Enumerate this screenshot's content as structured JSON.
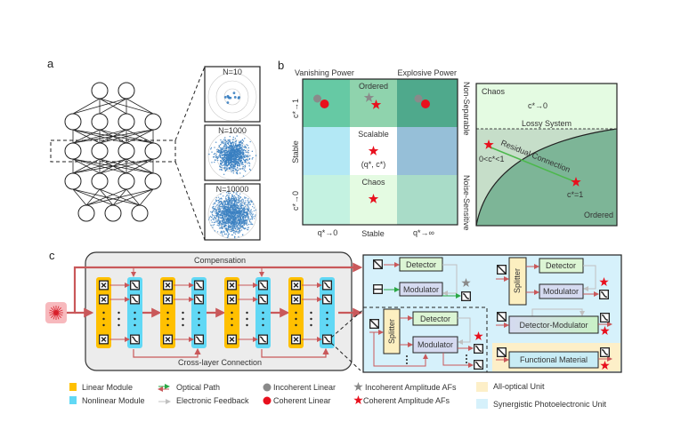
{
  "panels": {
    "a": {
      "letter": "a",
      "network_layers": [
        2,
        4,
        4,
        4,
        3
      ],
      "scatter_insets": [
        {
          "label": "N=10",
          "n_points": 10
        },
        {
          "label": "N=1000",
          "n_points": 1000
        },
        {
          "label": "N=10000",
          "n_points": 10000
        }
      ]
    },
    "b": {
      "letter": "b",
      "grid": {
        "top_left_label": "Vanishing Power",
        "top_right_label": "Explosive Power",
        "right_top_label": "Non-Separable",
        "right_bottom_label": "Noise-Sensitive",
        "left_top_label": "c*→1",
        "left_mid_label": "Stable",
        "left_bottom_label": "c*→0",
        "bottom_left_label": "q*→0",
        "bottom_mid_label": "Stable",
        "bottom_right_label": "q*→∞",
        "cells": [
          {
            "row": 0,
            "col": 0,
            "color": "#66c9a4",
            "text": "",
            "markers": [
              "gray-circle",
              "red-circle"
            ]
          },
          {
            "row": 0,
            "col": 1,
            "color": "#8fd3ad",
            "text": "Ordered",
            "markers": [
              "gray-star",
              "red-star"
            ]
          },
          {
            "row": 0,
            "col": 2,
            "color": "#4fa98c",
            "text": "",
            "markers": [
              "gray-circle",
              "red-circle"
            ]
          },
          {
            "row": 1,
            "col": 0,
            "color": "#b3e8f5",
            "text": "",
            "markers": []
          },
          {
            "row": 1,
            "col": 1,
            "color": "#ffffff",
            "text": "Scalable",
            "subtext": "(q*, c*)",
            "markers": [
              "red-star"
            ]
          },
          {
            "row": 1,
            "col": 2,
            "color": "#96bfd8",
            "text": "",
            "markers": []
          },
          {
            "row": 2,
            "col": 0,
            "color": "#c4f2e1",
            "text": "",
            "markers": []
          },
          {
            "row": 2,
            "col": 1,
            "color": "#e4fbe2",
            "text": "Chaos",
            "markers": [
              "red-star"
            ]
          },
          {
            "row": 2,
            "col": 2,
            "color": "#a9dcc8",
            "text": "",
            "markers": []
          }
        ]
      },
      "phase": {
        "chaos_label": "Chaos",
        "chaos_sub": "c*→0",
        "lossy_label": "Lossy System",
        "residual_label": "Residual Connection",
        "star1_label": "0<c*<1",
        "star2_label": "c*=1",
        "ordered_label": "Ordered"
      }
    },
    "c": {
      "letter": "c",
      "compensation_label": "Compensation",
      "cross_layer_label": "Cross-layer Connection",
      "num_stages": 4,
      "units": {
        "top_left": {
          "detector": "Detector",
          "modulator": "Modulator"
        },
        "bottom_left": {
          "splitter": "Splitter",
          "detector": "Detector",
          "modulator": "Modulator"
        },
        "top_right": {
          "splitter": "Splitter",
          "detector": "Detector",
          "modulator": "Modulator"
        },
        "mid_right": {
          "label": "Detector-Modulator"
        },
        "bottom_right": {
          "label": "Functional Material"
        }
      }
    }
  },
  "legend": {
    "linear_module": "Linear Module",
    "nonlinear_module": "Nonlinear Module",
    "optical_path": "Optical Path",
    "electronic_feedback": "Electronic Feedback",
    "incoherent_linear": "Incoherent Linear",
    "coherent_linear": "Coherent Linear",
    "incoherent_afs": "Incoherent Amplitude AFs",
    "coherent_afs": "Coherent Amplitude AFs",
    "all_optical": "All-optical Unit",
    "synergistic": "Synergistic Photoelectronic Unit"
  },
  "colors": {
    "linear": "#ffc000",
    "nonlinear": "#61d8f5",
    "optical_red": "#c9585a",
    "optical_green": "#2aa845",
    "feedback_gray": "#c8c8c8",
    "red_marker": "#e8101d",
    "gray_marker": "#8a8a8a",
    "all_optical_bg": "#fdefc8",
    "synergistic_bg": "#d6f1fb",
    "scatter_blue": "#3a7fc1"
  }
}
